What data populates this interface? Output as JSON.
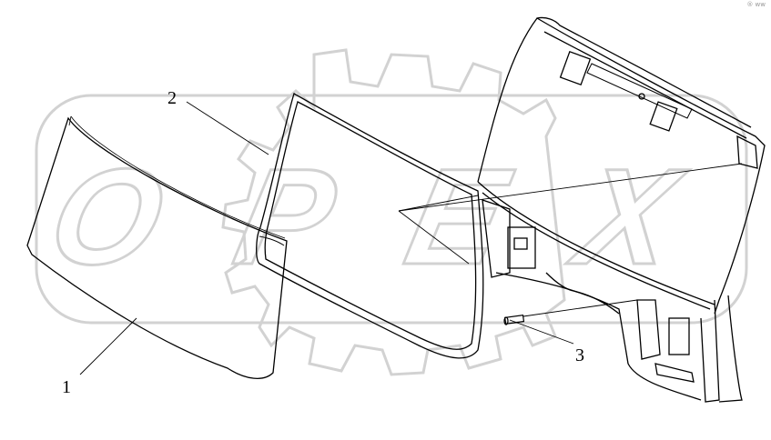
{
  "watermark": {
    "text": "OPEX",
    "kind": "logo-watermark",
    "color": "#d2d2d2"
  },
  "corner_mark": "® ww",
  "callouts": [
    {
      "id": "1",
      "label": "1",
      "part": "windshield-glass"
    },
    {
      "id": "2",
      "label": "2",
      "part": "windshield-seal"
    },
    {
      "id": "3",
      "label": "3",
      "part": "fastener-pin"
    }
  ],
  "colors": {
    "line": "#000000",
    "background": "#ffffff"
  }
}
